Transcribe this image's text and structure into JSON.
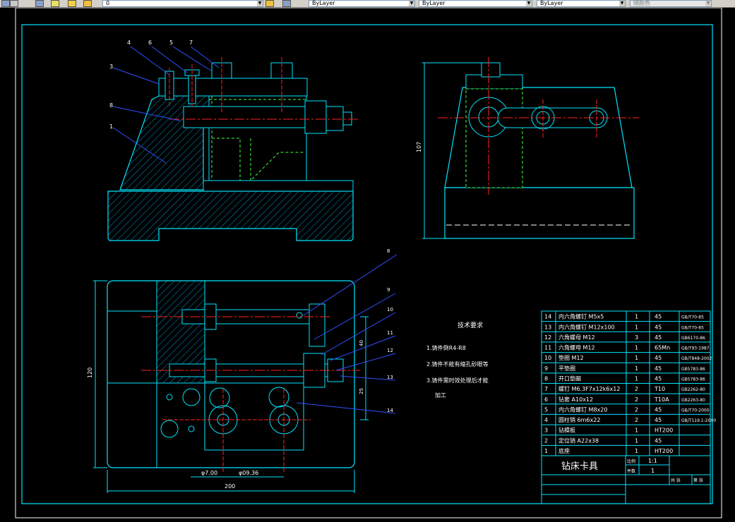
{
  "toolbar": {
    "layer_value": "0",
    "color_value": "ByLayer",
    "linetype_value": "ByLayer",
    "lineweight_value": "ByLayer",
    "plotstyle_value": "随颜色"
  },
  "colors": {
    "background": "#000000",
    "frame": "#00e5ff",
    "hatch": "#00bfff",
    "center": "#ff2020",
    "hidden": "#40ff40",
    "leader": "#3050ff",
    "text": "#ffffff"
  },
  "tech_req": {
    "title": "技术要求",
    "lines": [
      "1.铸件倒R4-R8",
      "2.铸件不能有缩孔砂眼等",
      "3.铸件需时效处理后才能",
      "加工"
    ]
  },
  "bom": [
    {
      "no": "14",
      "name": "内六角螺钉 M5x5",
      "qty": "1",
      "mat": "45",
      "std": "GB/T70-85"
    },
    {
      "no": "13",
      "name": "内六角螺钉 M12x100",
      "qty": "1",
      "mat": "45",
      "std": "GB/T70-85"
    },
    {
      "no": "12",
      "name": "六角螺母 M12",
      "qty": "3",
      "mat": "45",
      "std": "GB6170-86"
    },
    {
      "no": "11",
      "name": "六角螺母 M12",
      "qty": "1",
      "mat": "65Mn",
      "std": "GB/T93-1987"
    },
    {
      "no": "10",
      "name": "垫圈 M12",
      "qty": "1",
      "mat": "45",
      "std": "GB/T848-2002"
    },
    {
      "no": "9",
      "name": "平垫圈",
      "qty": "1",
      "mat": "45",
      "std": "GB5783-86"
    },
    {
      "no": "8",
      "name": "开口垫圈",
      "qty": "1",
      "mat": "45",
      "std": "GB5783-86"
    },
    {
      "no": "7",
      "name": "螺钉 M6.3F7x12k6x12",
      "qty": "2",
      "mat": "T10",
      "std": "GB2262-80"
    },
    {
      "no": "6",
      "name": "钻套 A10x12",
      "qty": "2",
      "mat": "T10A",
      "std": "GB2263-80"
    },
    {
      "no": "5",
      "name": "内六角螺钉 M8x20",
      "qty": "2",
      "mat": "45",
      "std": "GB/T70-2000"
    },
    {
      "no": "4",
      "name": "圆柱销 6m6x22",
      "qty": "2",
      "mat": "45",
      "std": "GB/T119.1-2000"
    },
    {
      "no": "3",
      "name": "钻模板",
      "qty": "1",
      "mat": "HT200",
      "std": ""
    },
    {
      "no": "2",
      "name": "定位销 A22x38",
      "qty": "1",
      "mat": "45",
      "std": ""
    },
    {
      "no": "1",
      "name": "底座",
      "qty": "1",
      "mat": "HT200",
      "std": ""
    }
  ],
  "title_block": {
    "name": "钻床卡具",
    "scale": "1:1",
    "sheet": "1",
    "row_label_a": "比例",
    "row_label_b": "件数",
    "footer_a": "共 张",
    "footer_b": "第 张"
  },
  "dims": {
    "width_total": "200",
    "height_left": "120",
    "height_right": "107",
    "pos1": "φ7.00",
    "pos2": "φ09.36",
    "side_a": "40",
    "side_b": "25"
  },
  "callouts": {
    "top_view": [
      "4",
      "6",
      "5",
      "7",
      "3",
      "8",
      "1"
    ],
    "plan_view": [
      "8",
      "9",
      "10",
      "11",
      "12",
      "13",
      "14"
    ]
  }
}
